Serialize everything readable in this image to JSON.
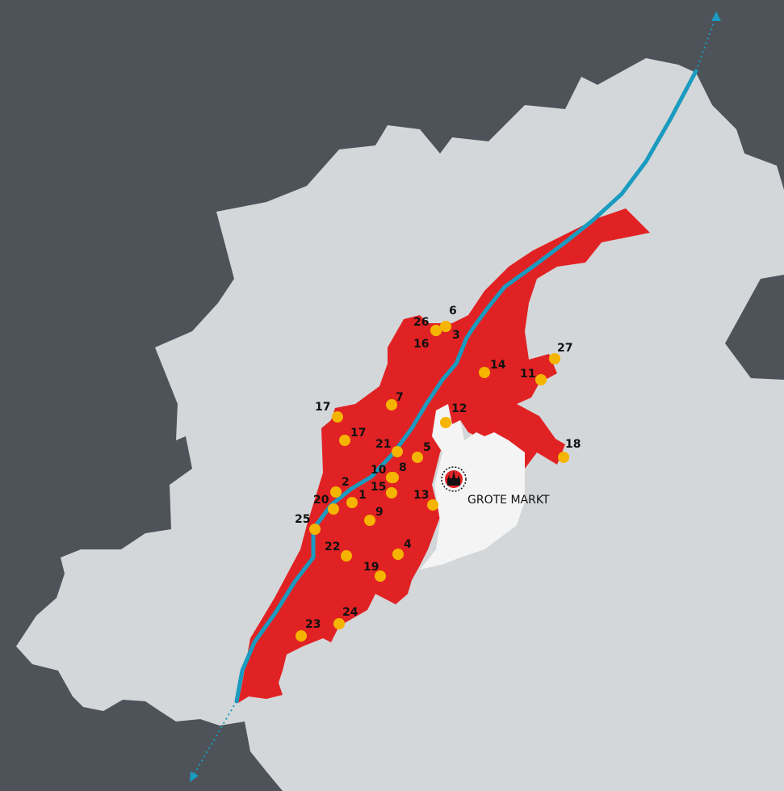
{
  "colors": {
    "background": "#4d5359",
    "land": "#d4d7d9",
    "city_zone": "#e12224",
    "center_zone": "#f4f4f4",
    "river": "#1a9bbf",
    "marker": "#f5b400",
    "label": "#111111",
    "market_icon_bg": "#e12224"
  },
  "landmark": {
    "label": "GROTE MARKT",
    "icon": "church-icon"
  },
  "markers": [
    {
      "label": "1"
    },
    {
      "label": "2"
    },
    {
      "label": "3"
    },
    {
      "label": "4"
    },
    {
      "label": "5"
    },
    {
      "label": "6"
    },
    {
      "label": "7"
    },
    {
      "label": "8"
    },
    {
      "label": "9"
    },
    {
      "label": "10"
    },
    {
      "label": "11"
    },
    {
      "label": "12"
    },
    {
      "label": "13"
    },
    {
      "label": "14"
    },
    {
      "label": "15"
    },
    {
      "label": "16"
    },
    {
      "label": "17"
    },
    {
      "label": "17"
    },
    {
      "label": "18"
    },
    {
      "label": "19"
    },
    {
      "label": "20"
    },
    {
      "label": "21"
    },
    {
      "label": "22"
    },
    {
      "label": "23"
    },
    {
      "label": "24"
    },
    {
      "label": "25"
    },
    {
      "label": "26"
    },
    {
      "label": "27"
    }
  ]
}
